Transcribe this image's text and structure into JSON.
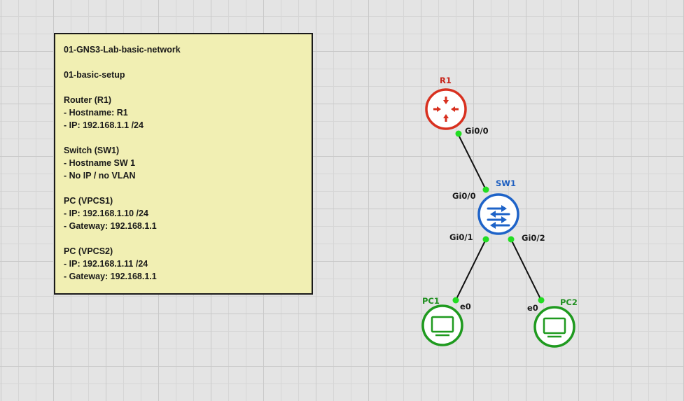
{
  "note": {
    "lines": [
      "01-GNS3-Lab-basic-network",
      "",
      "01-basic-setup",
      "",
      "Router (R1)",
      "- Hostname: R1",
      "- IP: 192.168.1.1 /24",
      "",
      "Switch (SW1)",
      "- Hostname SW 1",
      "- No IP / no VLAN",
      "",
      "PC (VPCS1)",
      "- IP: 192.168.1.10 /24",
      "- Gateway: 192.168.1.1",
      "",
      "PC (VPCS2)",
      "- IP: 192.168.1.11 /24",
      "- Gateway: 192.168.1.1"
    ]
  },
  "nodes": {
    "r1": {
      "name": "R1",
      "type": "router",
      "color": "#d8301f"
    },
    "sw1": {
      "name": "SW1",
      "type": "switch",
      "color": "#1e63c8"
    },
    "pc1": {
      "name": "PC1",
      "type": "vpcs",
      "color": "#1f9a1f"
    },
    "pc2": {
      "name": "PC2",
      "type": "vpcs",
      "color": "#1f9a1f"
    }
  },
  "links": [
    {
      "from": "R1",
      "from_port": "Gi0/0",
      "to": "SW1",
      "to_port": "Gi0/0"
    },
    {
      "from": "SW1",
      "from_port": "Gi0/1",
      "to": "PC1",
      "to_port": "e0"
    },
    {
      "from": "SW1",
      "from_port": "Gi0/2",
      "to": "PC2",
      "to_port": "e0"
    }
  ],
  "ports": {
    "r1_gi00": "Gi0/0",
    "sw1_gi00": "Gi0/0",
    "sw1_gi01": "Gi0/1",
    "sw1_gi02": "Gi0/2",
    "pc1_e0": "e0",
    "pc2_e0": "e0"
  },
  "link_status_color": "#22dd22"
}
